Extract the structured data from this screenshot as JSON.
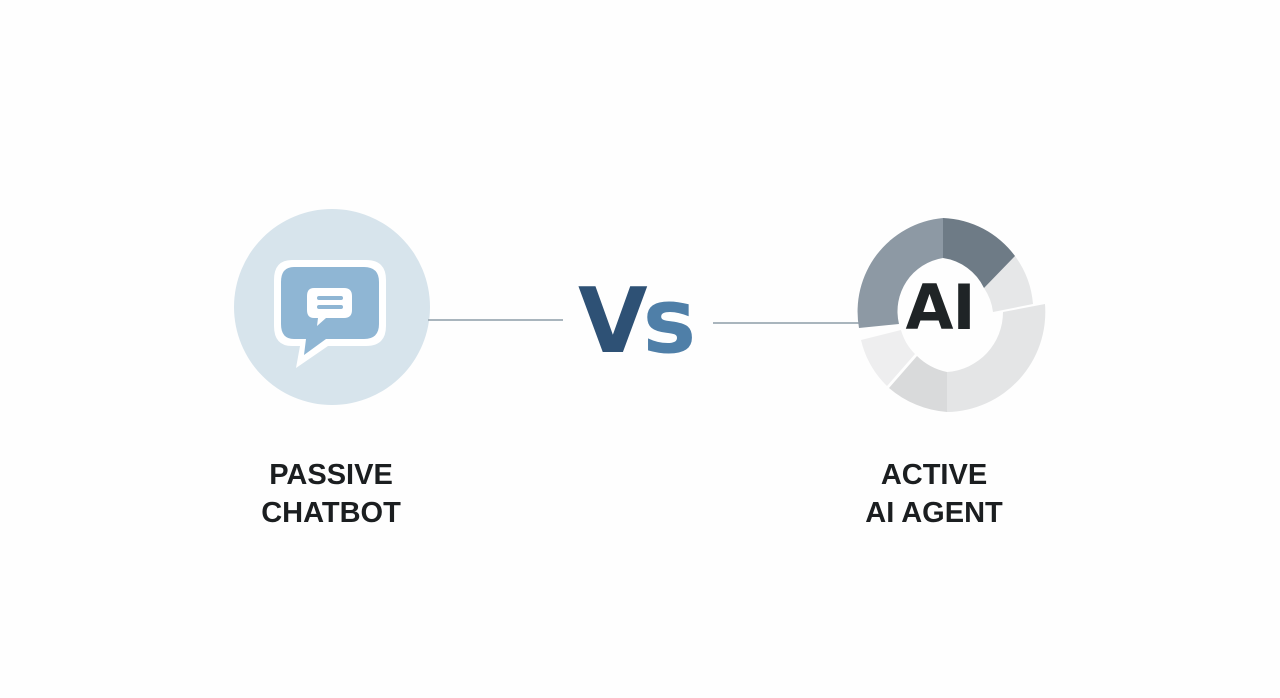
{
  "comparison": {
    "vs_text": {
      "v": "V",
      "s": "s"
    },
    "left": {
      "icon": "chat-bubble-icon",
      "caption_line1": "PASSIVE",
      "caption_line2": "CHATBOT"
    },
    "right": {
      "icon": "ai-ring-icon",
      "ai_text": "AI",
      "caption_line1": "ACTIVE",
      "caption_line2": "AI AGENT"
    }
  },
  "colors": {
    "left_circle": "#d7e4ec",
    "chat_bubble": "#8fb6d4",
    "vs_dark": "#2e5175",
    "vs_light": "#4f7fa8",
    "connector": "#a9b5bd",
    "ring_dark": "#6e7b86",
    "ring_mid": "#8d99a4",
    "ring_light": "#e6e7e8",
    "text": "#1b1e20"
  }
}
